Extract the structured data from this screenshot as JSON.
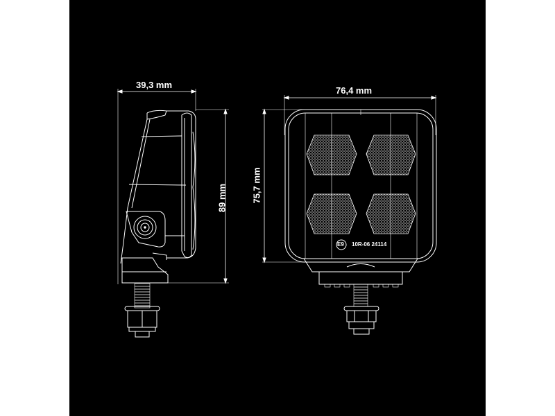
{
  "diagram": {
    "type": "technical-dimension-drawing",
    "subject": "square LED work light, side view and front view",
    "background": "#000000",
    "line_color": "#ffffff",
    "side_view": {
      "width_label": "39,3 mm",
      "height_label": "89 mm"
    },
    "front_view": {
      "width_label": "76,4 mm",
      "height_label": "75,7 mm",
      "led_count": 4,
      "approval_mark": "E9",
      "approval_code": "10R-06 24114"
    }
  }
}
